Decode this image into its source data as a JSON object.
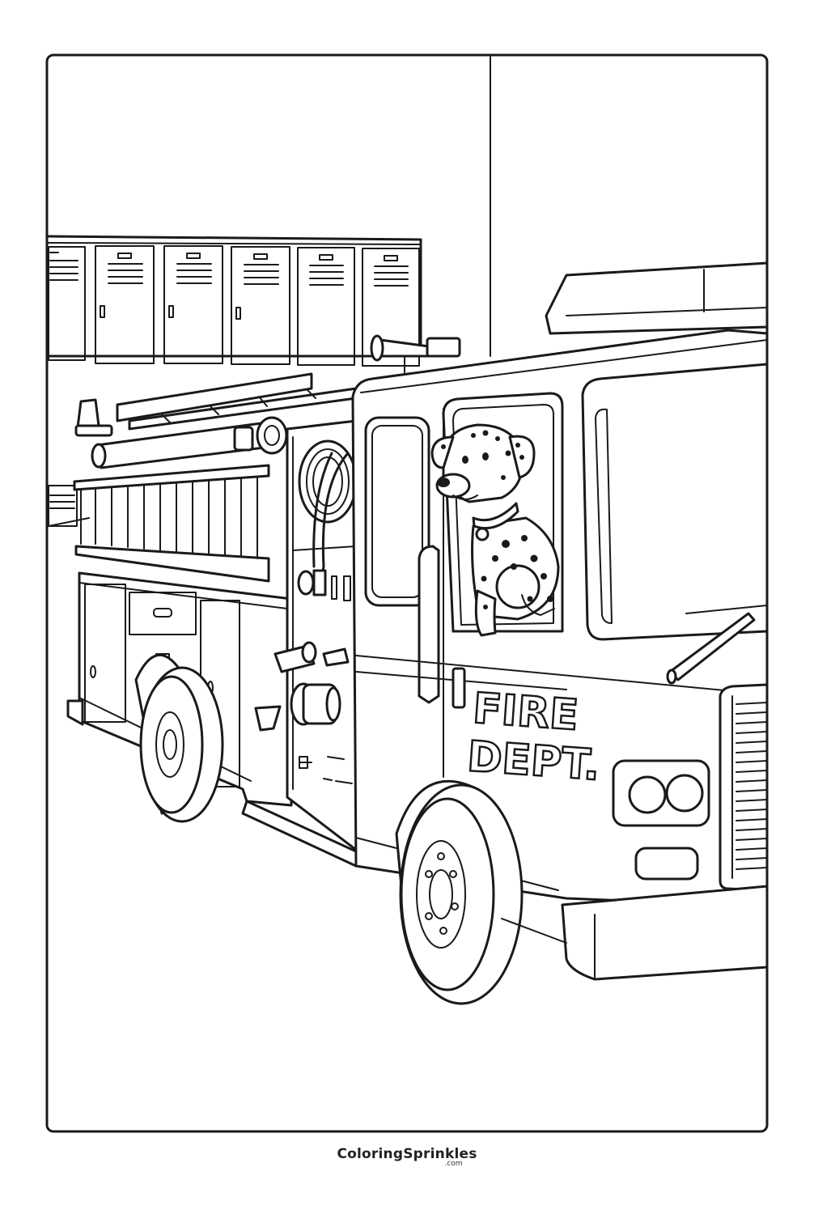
{
  "truck_text": {
    "line1": "FIRE",
    "line2": "DEPT."
  },
  "footer": {
    "brand": "ColoringSprinkles",
    "domain": ".com"
  }
}
